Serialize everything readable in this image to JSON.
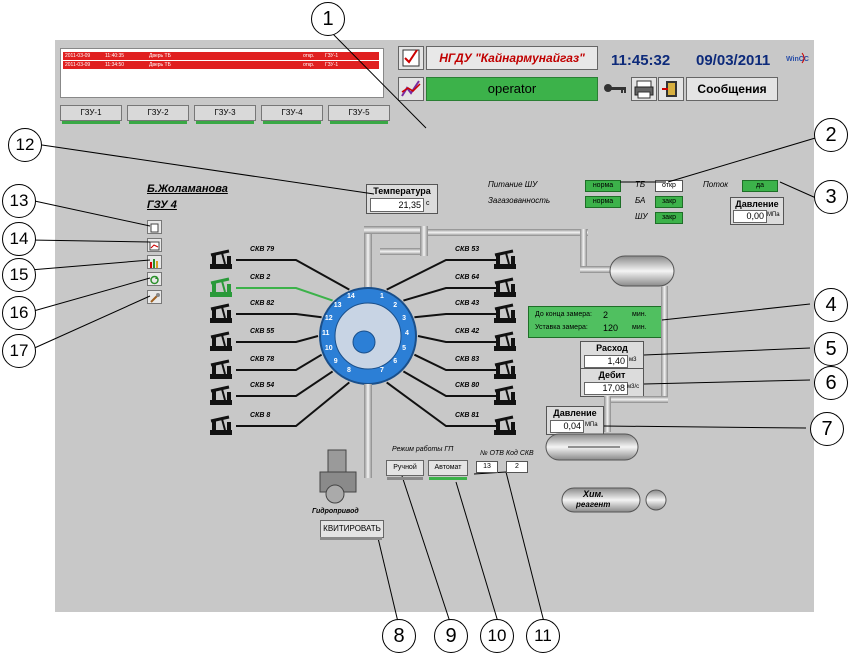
{
  "header": {
    "title": "НГДУ \"Кайнармунайгаз\"",
    "operator": "operator",
    "time": "11:45:32",
    "date": "09/03/2011",
    "messages_label": "Сообщения"
  },
  "alarms": [
    {
      "date": "2011-03-09",
      "time": "11:40:35",
      "text": "Дверь ТБ",
      "state": "откр.",
      "object": "ГЗУ-1"
    },
    {
      "date": "2011-03-09",
      "time": "11:34:50",
      "text": "Дверь ТБ",
      "state": "откр.",
      "object": "ГЗУ-1"
    }
  ],
  "gzu_tabs": [
    "ГЗУ-1",
    "ГЗУ-2",
    "ГЗУ-3",
    "ГЗУ-4",
    "ГЗУ-5"
  ],
  "site": {
    "name": "Б.Жоламанова",
    "unit": "ГЗУ 4"
  },
  "temperature": {
    "label": "Температура",
    "value": "21,35",
    "unit": "с"
  },
  "status": {
    "power_label": "Питание ШУ",
    "power_value": "норма",
    "gas_label": "Загазованность",
    "gas_value": "норма",
    "tb_label": "ТБ",
    "tb_value": "откр",
    "ba_label": "БА",
    "ba_value": "закр",
    "shu_label": "ШУ",
    "shu_value": "закр",
    "flow_label": "Поток",
    "flow_value": "да"
  },
  "pressure_top": {
    "label": "Давление",
    "value": "0,00",
    "unit": "МПа"
  },
  "measure_info": {
    "remaining_label": "До конца замера:",
    "remaining_value": "2",
    "remaining_unit": "мин.",
    "setpoint_label": "Уставка замера:",
    "setpoint_value": "120",
    "setpoint_unit": "мин."
  },
  "flow_rate": {
    "label": "Расход",
    "value": "1,40",
    "unit": "м3"
  },
  "debit": {
    "label": "Дебит",
    "value": "17,08",
    "unit": "м3/с"
  },
  "pressure_bottom": {
    "label": "Давление",
    "value": "0,04",
    "unit": "МПа"
  },
  "wells_left": [
    {
      "label": "СКВ  79",
      "num": "14"
    },
    {
      "label": "СКВ  2",
      "num": "13"
    },
    {
      "label": "СКВ  82",
      "num": "12"
    },
    {
      "label": "СКВ  55",
      "num": "11"
    },
    {
      "label": "СКВ  78",
      "num": "10"
    },
    {
      "label": "СКВ  54",
      "num": "9"
    },
    {
      "label": "СКВ  8",
      "num": "8"
    }
  ],
  "wells_right": [
    {
      "label": "СКВ  53",
      "num": "1"
    },
    {
      "label": "СКВ  64",
      "num": "2"
    },
    {
      "label": "СКВ  43",
      "num": "3"
    },
    {
      "label": "СКВ  42",
      "num": "4"
    },
    {
      "label": "СКВ  83",
      "num": "5"
    },
    {
      "label": "СКВ  80",
      "num": "6"
    },
    {
      "label": "СКВ  81",
      "num": "7"
    }
  ],
  "hydro": {
    "label": "Гидропривод",
    "ack_label": "КВИТИРОВАТЬ"
  },
  "mode": {
    "label": "Режим работы ГП",
    "manual_label": "Ручной",
    "auto_label": "Автомат",
    "otv_label": "№ ОТВ",
    "otv_value": "13",
    "code_label": "Код СКВ",
    "code_value": "2"
  },
  "chem": {
    "line1": "Хим.",
    "line2": "реагент"
  },
  "callouts": [
    "1",
    "2",
    "3",
    "4",
    "5",
    "6",
    "7",
    "8",
    "9",
    "10",
    "11",
    "12",
    "13",
    "14",
    "15",
    "16",
    "17"
  ],
  "colors": {
    "alarm": "#e02020",
    "ok_green": "#3cb24a",
    "title_red": "#c00000",
    "clock_blue": "#0d2a7a",
    "rotor_blue": "#2c7fd6"
  }
}
